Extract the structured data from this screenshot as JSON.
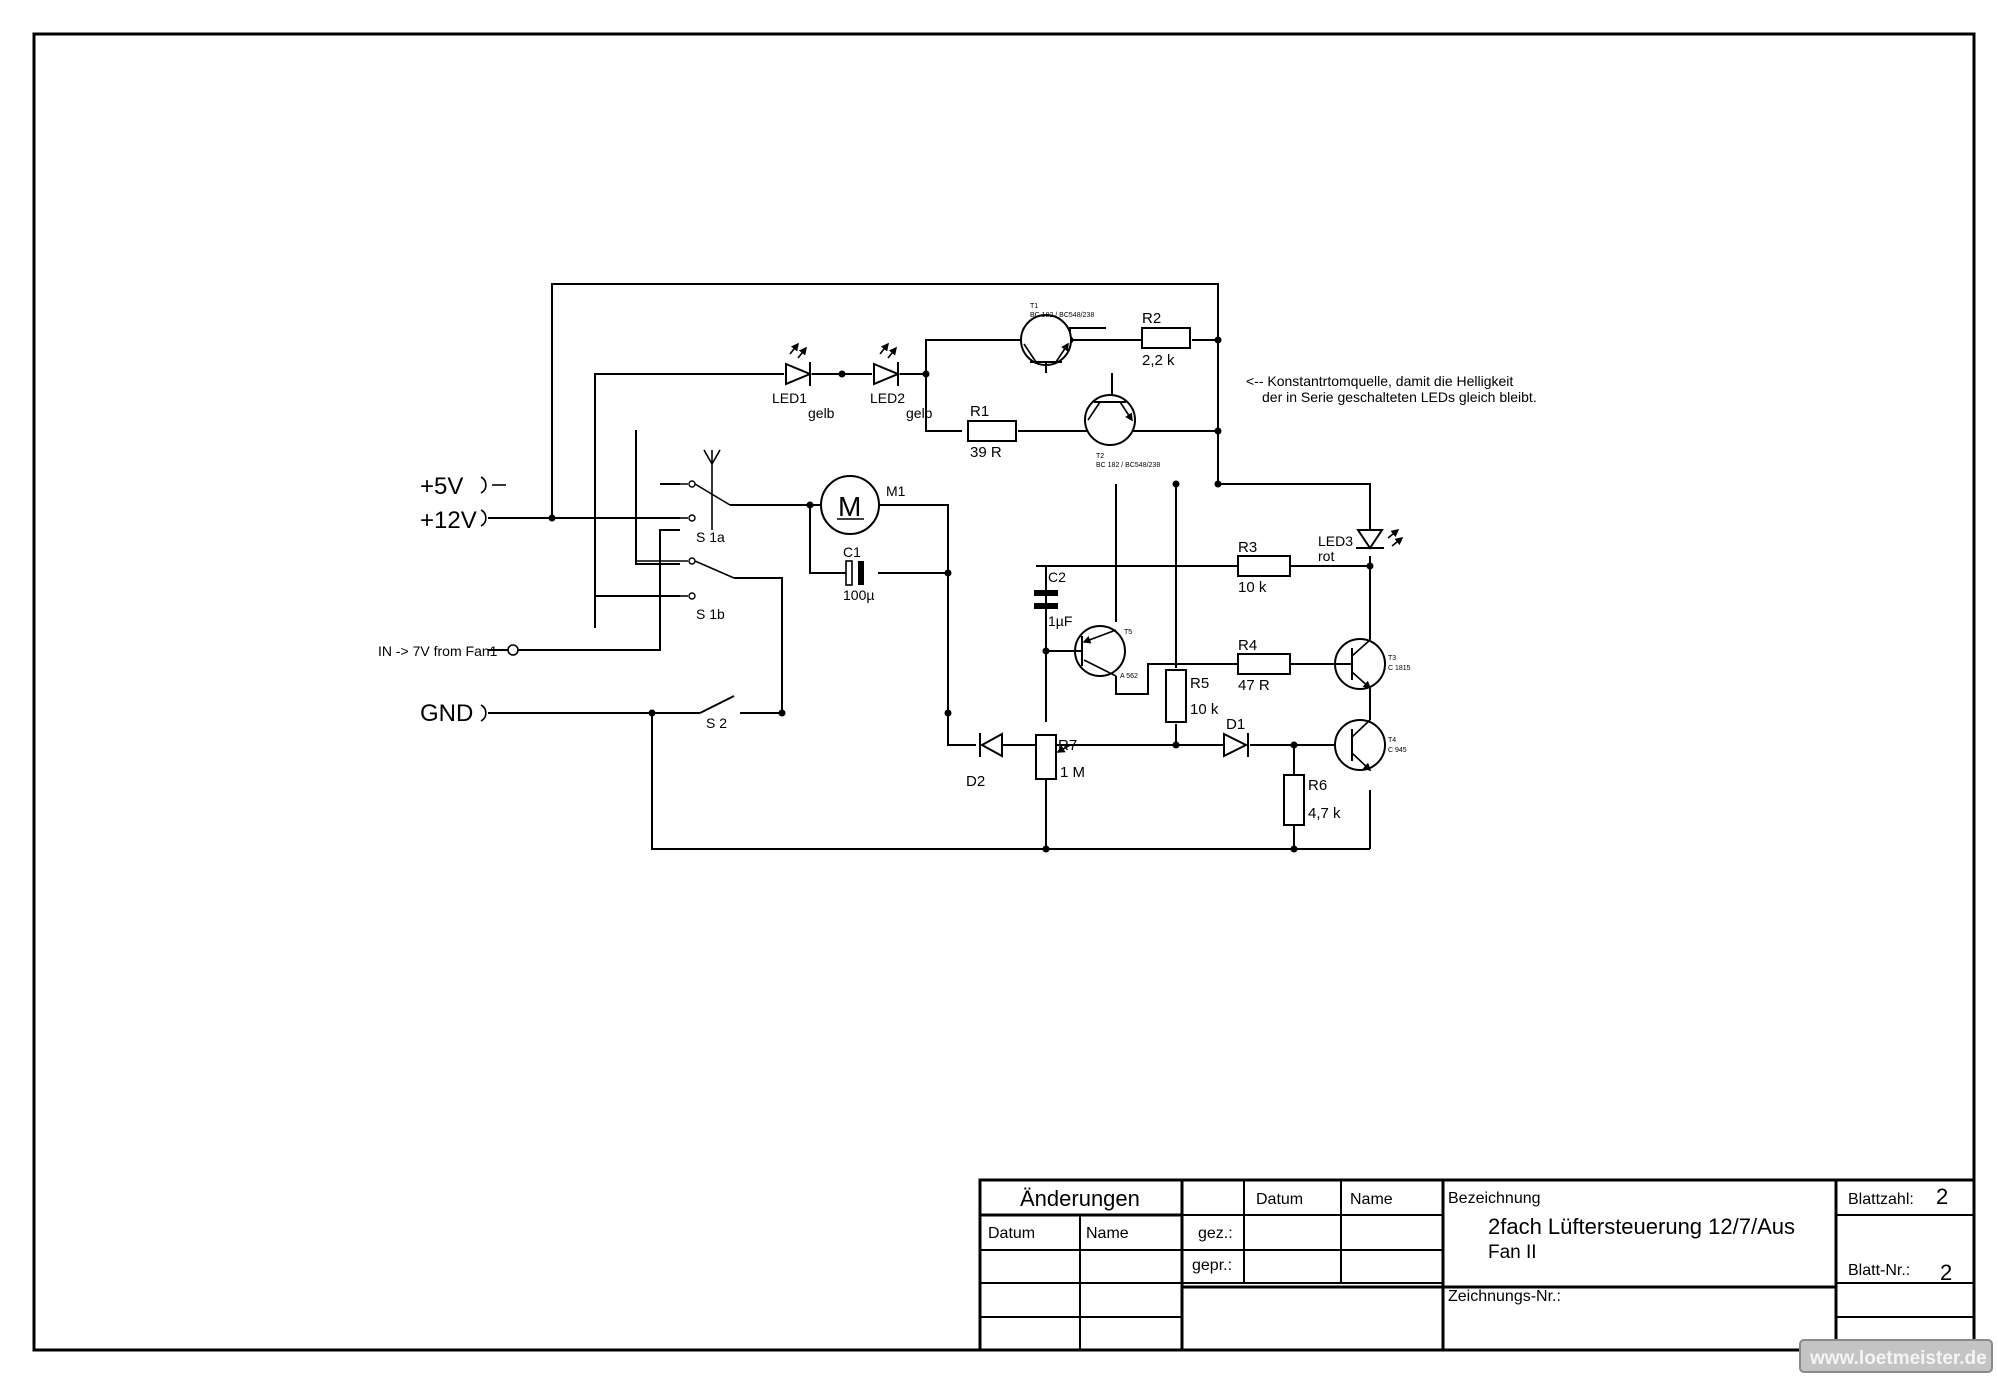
{
  "ports": {
    "p5v": "+5V",
    "p12v": "+12V",
    "gnd": "GND",
    "input": "IN -> 7V from Fan1"
  },
  "components": {
    "led1": "LED1",
    "led1_color": "gelb",
    "led2": "LED2",
    "led2_color": "gelb",
    "led3": "LED3",
    "led3_color": "rot",
    "t1": "T1",
    "t1_type": "BC 182 / BC548/238",
    "t2": "T2",
    "t2_type": "BC 182 / BC548/238",
    "t3": "T3",
    "t3_type": "C 1815",
    "t4": "T4",
    "t4_type": "C 945",
    "t5": "T5",
    "t5_type": "A 562",
    "r1": "R1",
    "r1_val": "39 R",
    "r2": "R2",
    "r2_val": "2,2 k",
    "r3": "R3",
    "r3_val": "10 k",
    "r4": "R4",
    "r4_val": "47 R",
    "r5": "R5",
    "r5_val": "10 k",
    "r6": "R6",
    "r6_val": "4,7 k",
    "r7": "R7",
    "r7_val": "1 M",
    "c1": "C1",
    "c1_val": "100µ",
    "c2": "C2",
    "c2_val": "1µF",
    "d1": "D1",
    "d2": "D2",
    "m1": "M1",
    "motor_glyph": "M",
    "s1a": "S 1a",
    "s1b": "S 1b",
    "s2": "S 2"
  },
  "annotation": {
    "line1": "<-- Konstantrtomquelle, damit die Helligkeit",
    "line2": "der in Serie geschalteten LEDs gleich bleibt."
  },
  "title_block": {
    "changes": "Änderungen",
    "datum": "Datum",
    "name": "Name",
    "gez": "gez.:",
    "gepr": "gepr.:",
    "bezeichnung": "Bezeichnung",
    "title1": "2fach Lüftersteuerung 12/7/Aus",
    "title2": "Fan II",
    "zeichnungsnr": "Zeichnungs-Nr.:",
    "blattzahl_label": "Blattzahl:",
    "blattzahl": "2",
    "blattnr_label": "Blatt-Nr.:",
    "blattnr": "2"
  },
  "watermark": "www.loetmeister.de"
}
